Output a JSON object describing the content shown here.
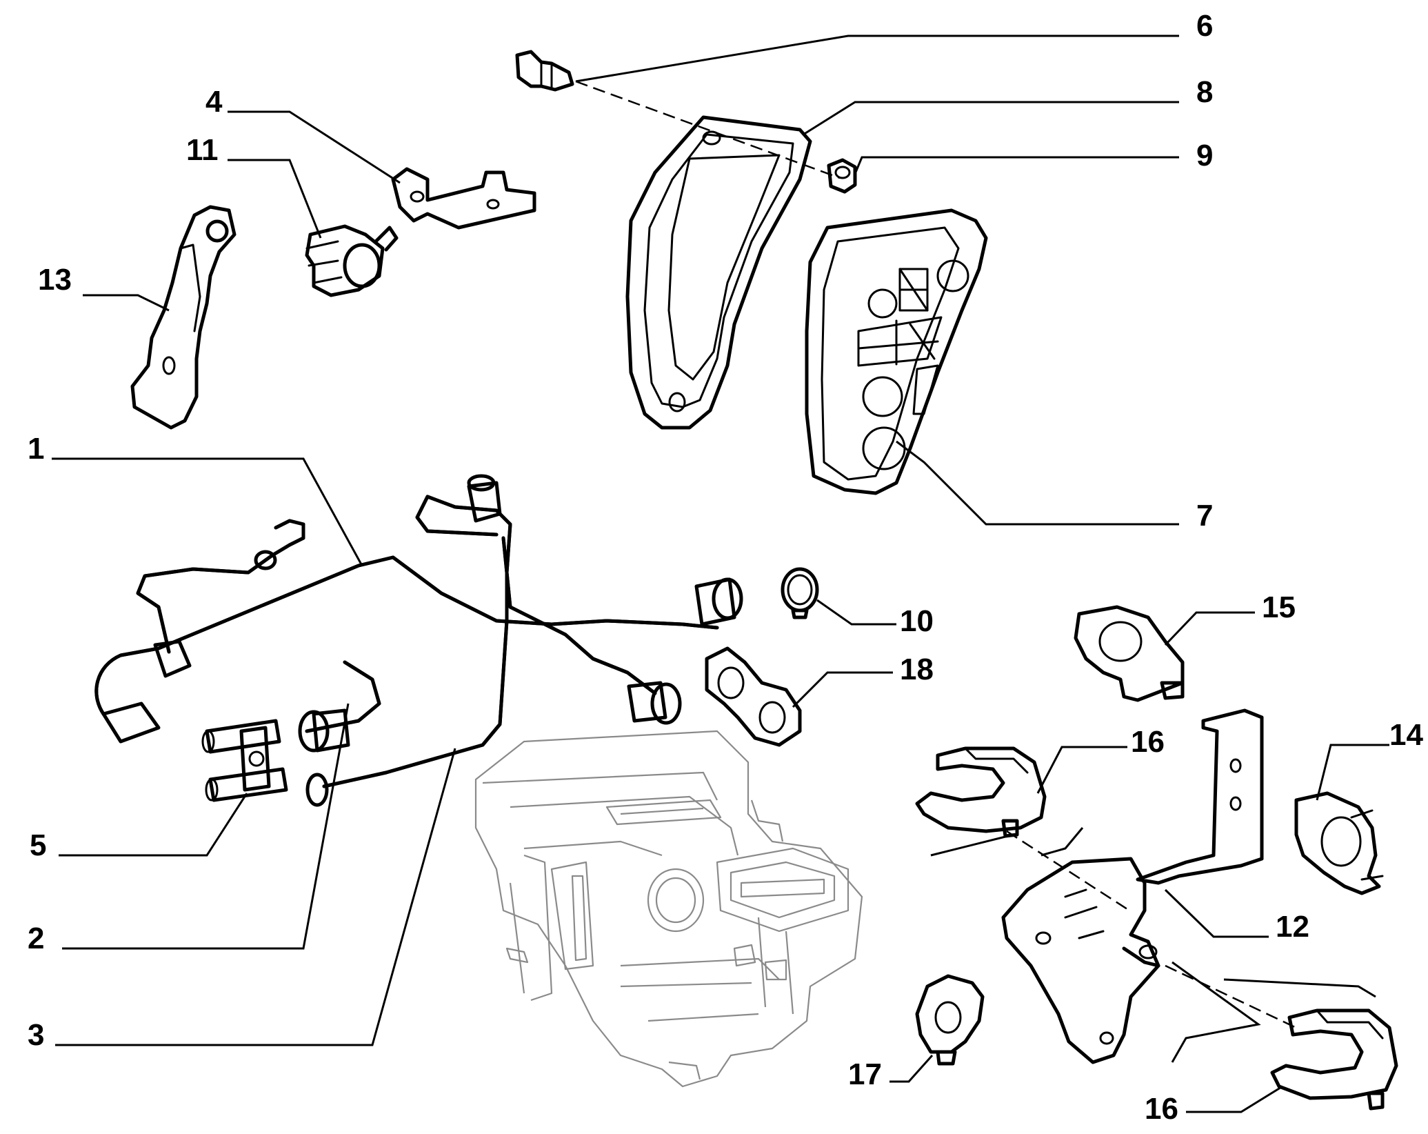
{
  "callouts": [
    {
      "id": "1",
      "label": "1"
    },
    {
      "id": "2",
      "label": "2"
    },
    {
      "id": "3",
      "label": "3"
    },
    {
      "id": "4",
      "label": "4"
    },
    {
      "id": "5",
      "label": "5"
    },
    {
      "id": "6",
      "label": "6"
    },
    {
      "id": "7",
      "label": "7"
    },
    {
      "id": "8",
      "label": "8"
    },
    {
      "id": "9",
      "label": "9"
    },
    {
      "id": "10",
      "label": "10"
    },
    {
      "id": "11",
      "label": "11"
    },
    {
      "id": "12",
      "label": "12"
    },
    {
      "id": "13",
      "label": "13"
    },
    {
      "id": "14",
      "label": "14"
    },
    {
      "id": "15",
      "label": "15"
    },
    {
      "id": "16a",
      "label": "16"
    },
    {
      "id": "16b",
      "label": "16"
    },
    {
      "id": "17",
      "label": "17"
    },
    {
      "id": "18",
      "label": "18"
    }
  ]
}
